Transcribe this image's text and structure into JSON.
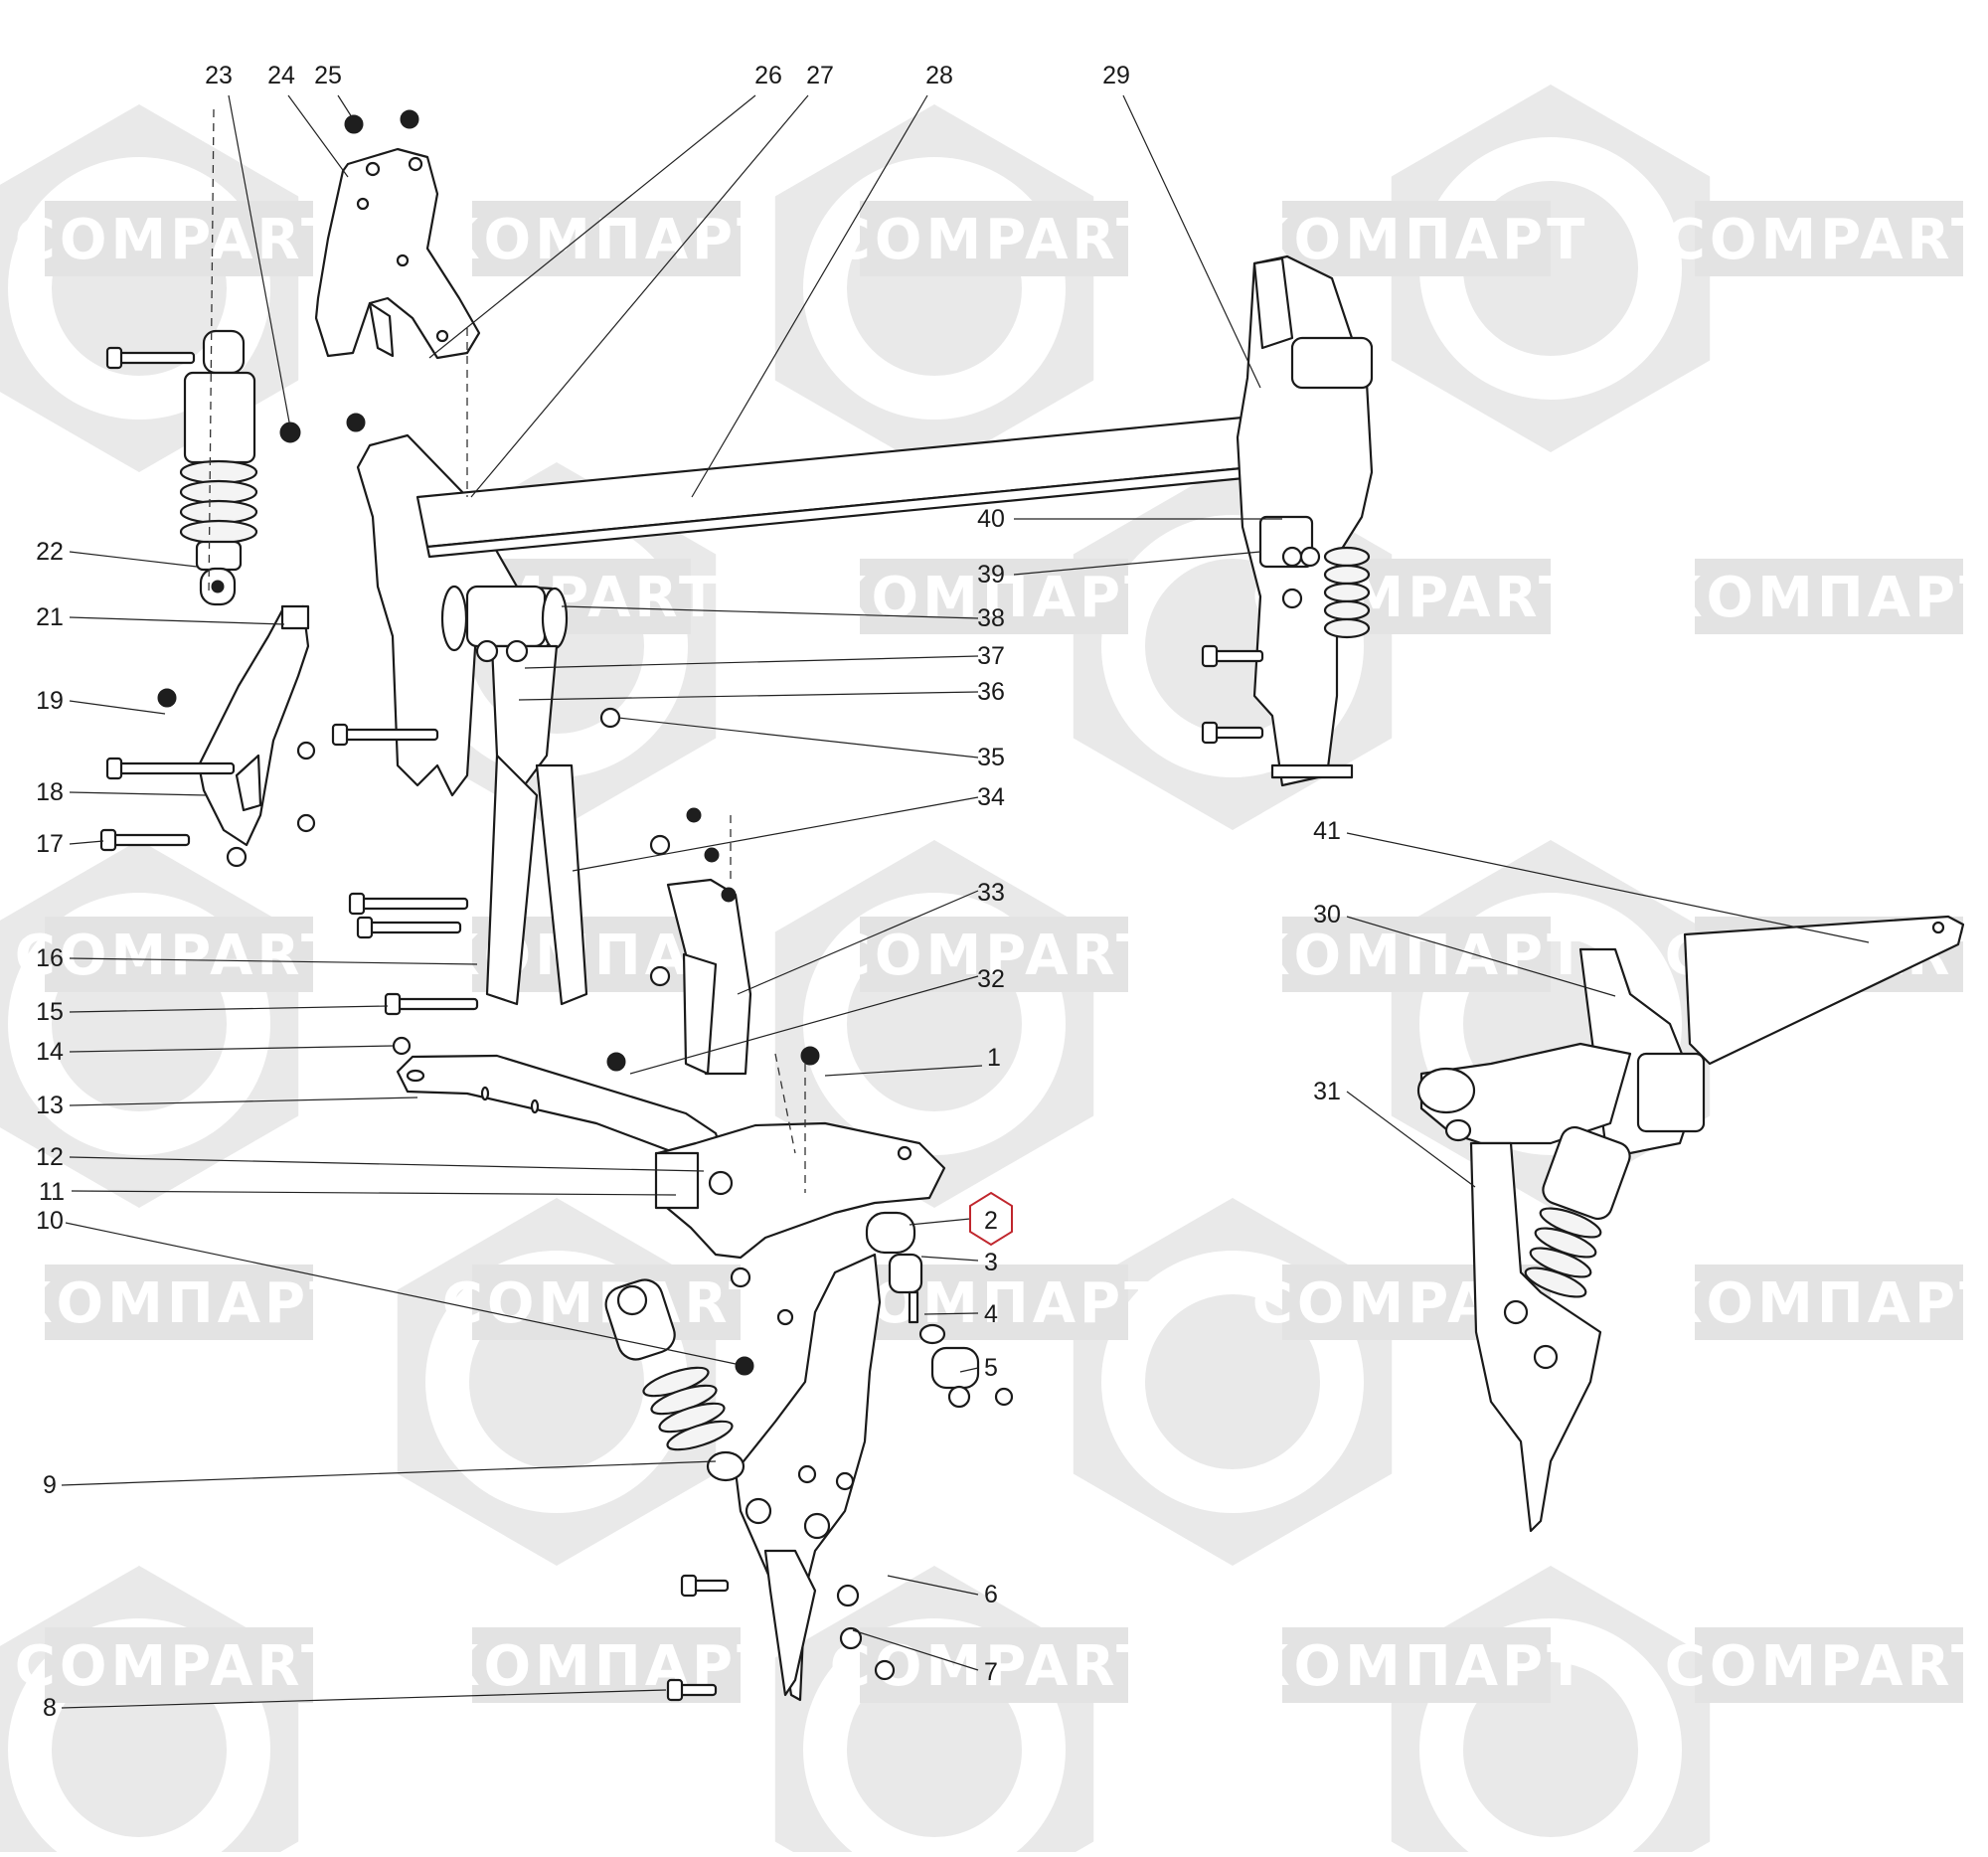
{
  "watermark": {
    "text_latin": "COMPART",
    "text_cyrillic": "КОМПАРТ",
    "color": "#e3e3e3"
  },
  "diagram": {
    "highlight_color": "#c0262d",
    "highlighted_callout": "2",
    "callouts": [
      {
        "id": "1",
        "label": "1"
      },
      {
        "id": "2",
        "label": "2"
      },
      {
        "id": "3",
        "label": "3"
      },
      {
        "id": "4",
        "label": "4"
      },
      {
        "id": "5",
        "label": "5"
      },
      {
        "id": "6",
        "label": "6"
      },
      {
        "id": "7",
        "label": "7"
      },
      {
        "id": "8",
        "label": "8"
      },
      {
        "id": "9",
        "label": "9"
      },
      {
        "id": "10",
        "label": "10"
      },
      {
        "id": "11",
        "label": "11"
      },
      {
        "id": "12",
        "label": "12"
      },
      {
        "id": "13",
        "label": "13"
      },
      {
        "id": "14",
        "label": "14"
      },
      {
        "id": "15",
        "label": "15"
      },
      {
        "id": "16",
        "label": "16"
      },
      {
        "id": "17",
        "label": "17"
      },
      {
        "id": "18",
        "label": "18"
      },
      {
        "id": "19",
        "label": "19"
      },
      {
        "id": "21",
        "label": "21"
      },
      {
        "id": "22",
        "label": "22"
      },
      {
        "id": "23",
        "label": "23"
      },
      {
        "id": "24",
        "label": "24"
      },
      {
        "id": "25",
        "label": "25"
      },
      {
        "id": "26",
        "label": "26"
      },
      {
        "id": "27",
        "label": "27"
      },
      {
        "id": "28",
        "label": "28"
      },
      {
        "id": "29",
        "label": "29"
      },
      {
        "id": "30",
        "label": "30"
      },
      {
        "id": "31",
        "label": "31"
      },
      {
        "id": "32",
        "label": "32"
      },
      {
        "id": "33",
        "label": "33"
      },
      {
        "id": "34",
        "label": "34"
      },
      {
        "id": "35",
        "label": "35"
      },
      {
        "id": "36",
        "label": "36"
      },
      {
        "id": "37",
        "label": "37"
      },
      {
        "id": "38",
        "label": "38"
      },
      {
        "id": "39",
        "label": "39"
      },
      {
        "id": "40",
        "label": "40"
      },
      {
        "id": "41",
        "label": "41"
      }
    ]
  }
}
